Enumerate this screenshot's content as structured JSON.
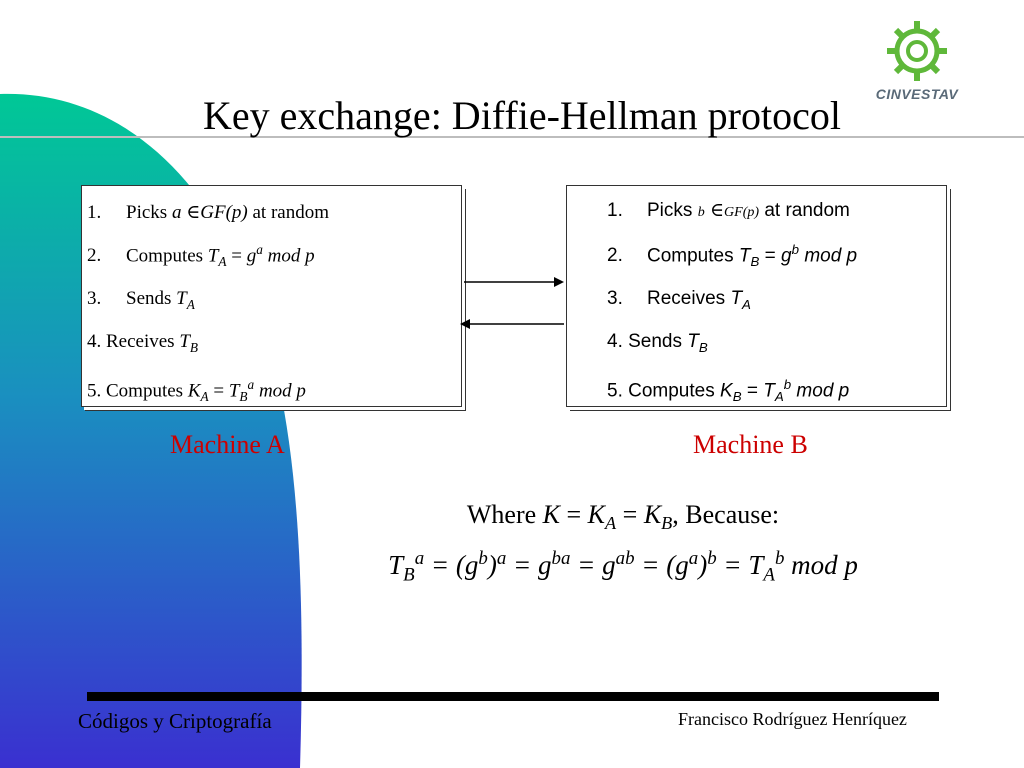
{
  "slide": {
    "title": "Key exchange: Diffie-Hellman protocol",
    "logo_text": "CINVESTAV",
    "footer_left": "Códigos y Criptografía",
    "footer_right": "Francisco Rodríguez Henríquez"
  },
  "machine_a": {
    "label": "Machine A",
    "steps": {
      "s1": {
        "num": "1.",
        "verb": "Picks",
        "var": "a",
        "field": "GF(p)",
        "tail": "at random"
      },
      "s2": {
        "num": "2.",
        "verb": "Computes",
        "lhs": "T",
        "lhs_sub": "A",
        "eq": "=",
        "base": "g",
        "exp": "a",
        "mod": "mod p"
      },
      "s3": {
        "num": "3.",
        "verb": "Sends",
        "var": "T",
        "var_sub": "A"
      },
      "s4": {
        "text": "4. Receives",
        "var": "T",
        "var_sub": "B"
      },
      "s5": {
        "text": "5. Computes",
        "lhs": "K",
        "lhs_sub": "A",
        "eq": "=",
        "base": "T",
        "base_sub": "B",
        "exp": "a",
        "mod": "mod p"
      }
    }
  },
  "machine_b": {
    "label": "Machine B",
    "steps": {
      "s1": {
        "num": "1.",
        "verb": "Picks",
        "var": "b",
        "field": "GF(p)",
        "tail": "at random"
      },
      "s2": {
        "num": "2.",
        "verb": "Computes",
        "lhs": "T",
        "lhs_sub": "B",
        "eq": "=",
        "base": "g",
        "exp": "b",
        "mod": "mod p"
      },
      "s3": {
        "num": "3.",
        "verb": "Receives",
        "var": "T",
        "var_sub": "A"
      },
      "s4": {
        "text": "4. Sends",
        "var": "T",
        "var_sub": "B"
      },
      "s5": {
        "text": "5. Computes",
        "lhs": "K",
        "lhs_sub": "B",
        "eq": "=",
        "base": "T",
        "base_sub": "A",
        "exp": "b",
        "mod": "mod p"
      }
    }
  },
  "conclusion": {
    "where": "Where",
    "k": "K",
    "eq": "=",
    "ka": "K",
    "ka_sub": "A",
    "kb": "K",
    "kb_sub": "B",
    "because": ", Because:",
    "f_t": "T",
    "f_t_sub": "B",
    "f_t_sup": "a",
    "f_e1": "= (g",
    "f_e1_sup": "b",
    "f_e1_close": ")",
    "f_e1_close_sup": "a",
    "f_e2": "= g",
    "f_e2_sup": "ba",
    "f_e3": "= g",
    "f_e3_sup": "ab",
    "f_e4": "= (g",
    "f_e4_sup": "a",
    "f_e4_close": ")",
    "f_e4_close_sup": "b",
    "f_e5": "= T",
    "f_e5_sub": "A",
    "f_e5_sup": "b",
    "f_mod": "mod p"
  },
  "colors": {
    "wedge_top": "#00c89a",
    "wedge_bottom": "#3333cc",
    "machine_label": "#cc0000"
  }
}
